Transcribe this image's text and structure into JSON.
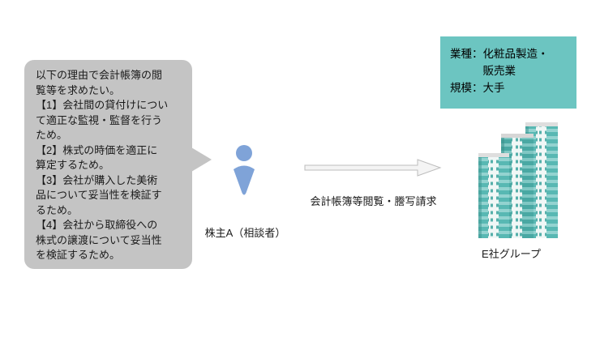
{
  "bubble": {
    "text": "以下の理由で会計帳簿の閲\n覧等を求めたい。\n【1】会社間の貸付けについ\nて適正な監視・監督を行う\nため。\n【2】株式の時価を適正に\n算定するため。\n【3】会社が購入した美術\n品について妥当性を検証す\nるため。\n【4】会社から取締役への\n株式の譲渡について妥当性\nを検証するため。",
    "bg_color": "#c4c4c4"
  },
  "consultant": {
    "label": "株主A（相談者）",
    "icon_color": "#7fa3d8"
  },
  "request": {
    "label": "会計帳簿等閲覧・謄写請求",
    "arrow_fill": "#f4f4f4",
    "arrow_stroke": "#bdbdbd"
  },
  "company_info": {
    "lines": [
      "業種：化粧品製造・",
      "　　　販売業",
      "規模：大手"
    ],
    "bg_color": "#6cc5c1"
  },
  "company": {
    "label": "E社グループ",
    "building_color": "#58b8b3"
  },
  "icons": {
    "person": "person-icon",
    "arrow": "arrow-right-icon",
    "buildings": "buildings-icon"
  }
}
